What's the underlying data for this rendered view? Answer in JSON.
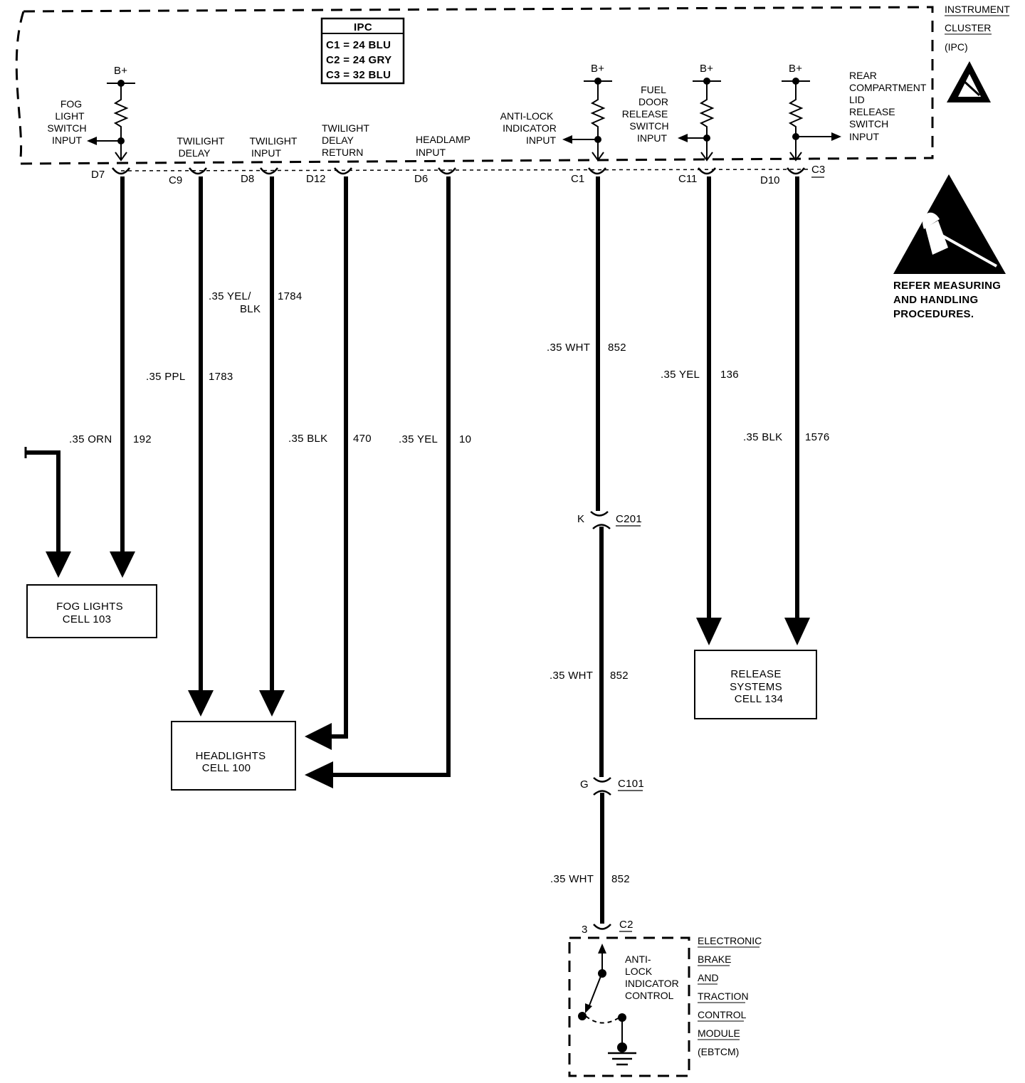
{
  "ipc_box": {
    "title": "IPC",
    "rows": [
      "C1 = 24 BLU",
      "C2 = 24 GRY",
      "C3 = 32 BLU"
    ]
  },
  "module": {
    "name_lines": [
      "INSTRUMENT",
      "CLUSTER",
      "(IPC)"
    ]
  },
  "esd_notice": [
    "REFER MEASURING",
    "AND HANDLING",
    "PROCEDURES."
  ],
  "b_plus": "B+",
  "inputs": {
    "fog_light_switch": [
      "FOG",
      "LIGHT",
      "SWITCH",
      "INPUT"
    ],
    "twilight_delay": [
      "TWILIGHT",
      "DELAY"
    ],
    "twilight_input": [
      "TWILIGHT",
      "INPUT"
    ],
    "twilight_delay_return": [
      "TWILIGHT",
      "DELAY",
      "RETURN"
    ],
    "headlamp_input": [
      "HEADLAMP",
      "INPUT"
    ],
    "anti_lock_indicator": [
      "ANTI-LOCK",
      "INDICATOR",
      "INPUT"
    ],
    "fuel_door_release": [
      "FUEL",
      "DOOR",
      "RELEASE",
      "SWITCH",
      "INPUT"
    ],
    "rear_compartment_lid": [
      "REAR",
      "COMPARTMENT",
      "LID",
      "RELEASE",
      "SWITCH",
      "INPUT"
    ]
  },
  "pins": {
    "d7": "D7",
    "c9": "C9",
    "d8": "D8",
    "d12": "D12",
    "d6": "D6",
    "c1": "C1",
    "c11": "C11",
    "d10": "D10",
    "c3": "C3"
  },
  "wires": {
    "w192": {
      "label": ".35 ORN",
      "circuit": "192"
    },
    "w1783": {
      "label": ".35 PPL",
      "circuit": "1783"
    },
    "w1784": {
      "label_lines": [
        ".35 YEL/",
        "BLK"
      ],
      "circuit": "1784"
    },
    "w470": {
      "label": ".35 BLK",
      "circuit": "470"
    },
    "w10": {
      "label": ".35 YEL",
      "circuit": "10"
    },
    "w852": {
      "label": ".35 WHT",
      "circuit": "852"
    },
    "w136": {
      "label": ".35 YEL",
      "circuit": "136"
    },
    "w1576": {
      "label": ".35 BLK",
      "circuit": "1576"
    }
  },
  "connectors": {
    "c201": {
      "pin": "K",
      "name": "C201"
    },
    "c101": {
      "pin": "G",
      "name": "C101"
    },
    "c2": {
      "pin": "3",
      "name": "C2"
    }
  },
  "destinations": {
    "fog_lights": [
      "FOG LIGHTS",
      "CELL 103"
    ],
    "headlights": [
      "HEADLIGHTS",
      "CELL 100"
    ],
    "release_systems": [
      "RELEASE",
      "SYSTEMS",
      "CELL 134"
    ]
  },
  "ebtcm": {
    "control_label": [
      "ANTI-",
      "LOCK",
      "INDICATOR",
      "CONTROL"
    ],
    "name_lines": [
      "ELECTRONIC",
      "BRAKE",
      "AND",
      "TRACTION",
      "CONTROL",
      "MODULE",
      "(EBTCM)"
    ]
  }
}
